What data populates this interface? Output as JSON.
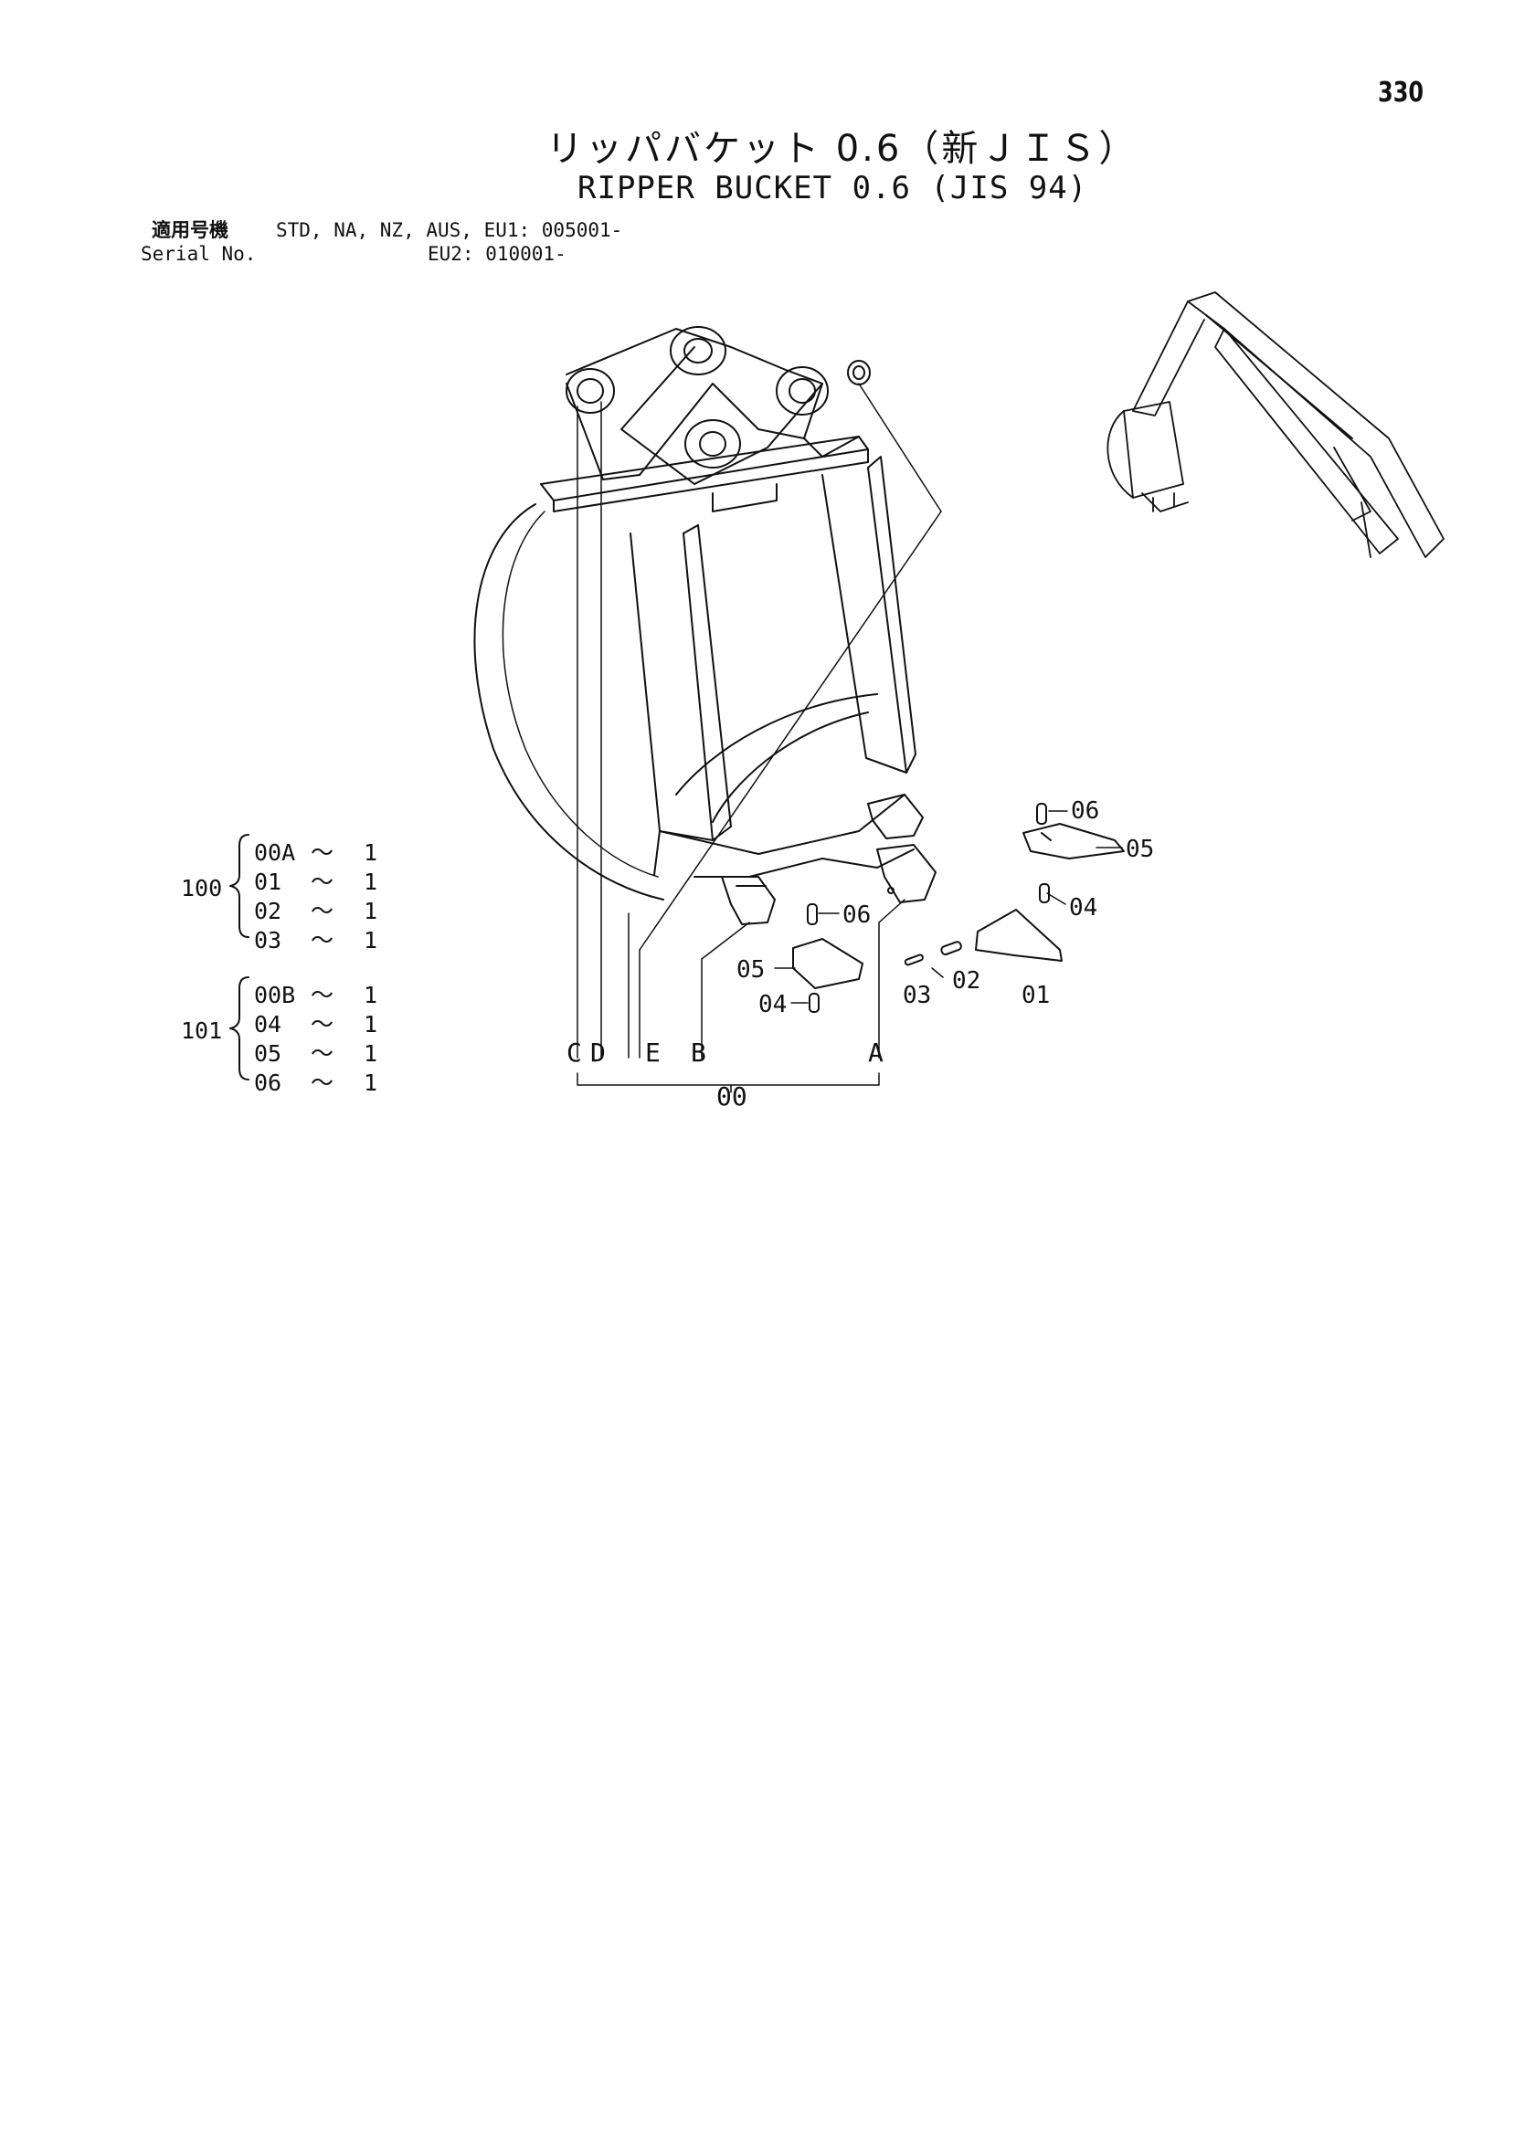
{
  "page_number": "330",
  "title_ja": "リッパバケット 0.6（新ＪＩＳ）",
  "title_en": "RIPPER BUCKET 0.6 (JIS 94)",
  "serial": {
    "label_ja": "適用号機",
    "label_en": "Serial No.",
    "line1": "STD, NA, NZ, AUS, EU1: 005001-",
    "line2": "EU2: 010001-"
  },
  "groups": [
    {
      "number": "100",
      "rows": [
        {
          "code": "00A",
          "sep": "～",
          "qty": "1"
        },
        {
          "code": "01",
          "sep": "～",
          "qty": "1"
        },
        {
          "code": "02",
          "sep": "～",
          "qty": "1"
        },
        {
          "code": "03",
          "sep": "～",
          "qty": "1"
        }
      ]
    },
    {
      "number": "101",
      "rows": [
        {
          "code": "00B",
          "sep": "～",
          "qty": "1"
        },
        {
          "code": "04",
          "sep": "～",
          "qty": "1"
        },
        {
          "code": "05",
          "sep": "～",
          "qty": "1"
        },
        {
          "code": "06",
          "sep": "～",
          "qty": "1"
        }
      ]
    }
  ],
  "callouts": {
    "letters": [
      "C",
      "D",
      "E",
      "B",
      "A"
    ],
    "assembly": "00",
    "parts": [
      "06",
      "05",
      "04",
      "06",
      "05",
      "04",
      "03",
      "02",
      "01"
    ]
  }
}
